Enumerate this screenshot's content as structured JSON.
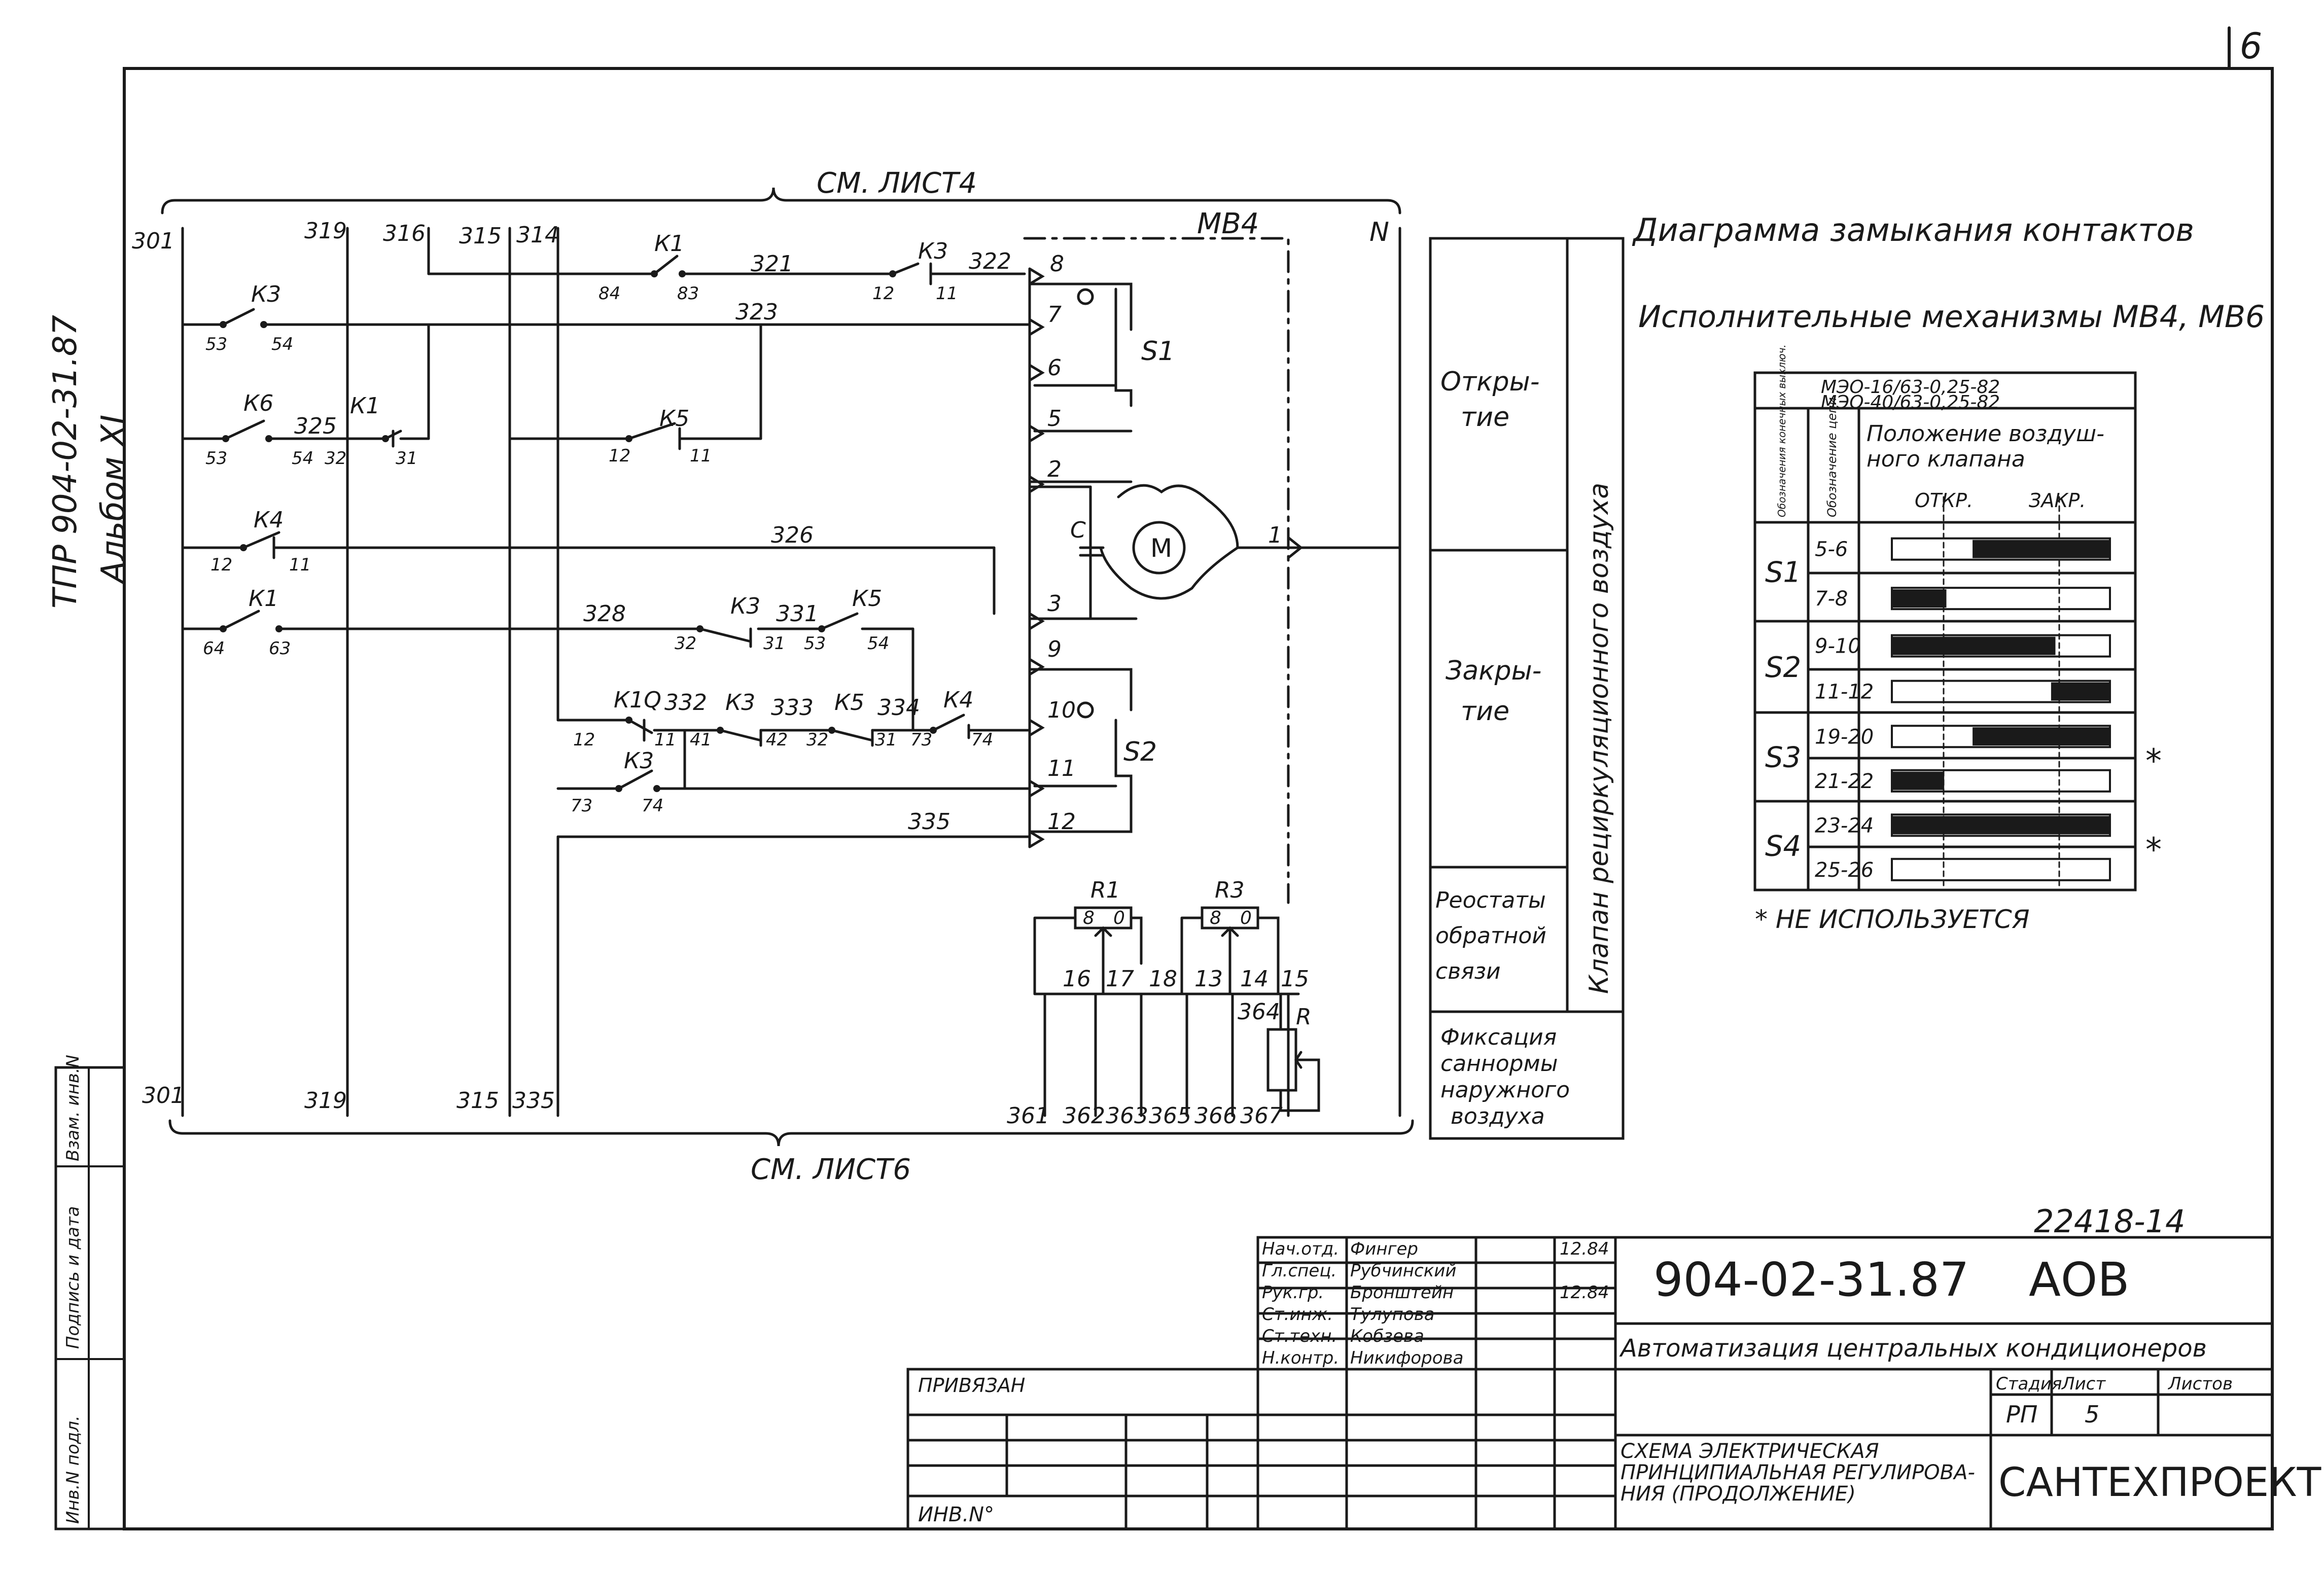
{
  "sheet": {
    "corner_number": "6",
    "side_code": "ТПР 904-02-31.87",
    "side_album": "Альбом XI",
    "side_table": [
      "Инв.N подл.",
      "Подпись и дата",
      "Взам. инв.N"
    ]
  },
  "schematic": {
    "top_ref": "СМ. ЛИСТ4",
    "bottom_ref": "СМ. ЛИСТ6",
    "bus_top": [
      "301",
      "319",
      "316",
      "315",
      "314"
    ],
    "bus_bottom": [
      "301",
      "319",
      "315",
      "335"
    ],
    "mechanism": "МВ4",
    "neutral": "N",
    "motor": "M",
    "capacitor": "C",
    "wires": [
      "321",
      "322",
      "323",
      "325",
      "326",
      "328",
      "331",
      "332",
      "333",
      "334",
      "335",
      "364"
    ],
    "relays": {
      "k1": "К1",
      "k3": "К3",
      "k4": "К4",
      "k5": "К5",
      "k6": "К6",
      "k10": "К1Q"
    },
    "switches": [
      "S1",
      "S2"
    ],
    "resistors": [
      "R1",
      "R3",
      "R"
    ],
    "terminals_top": [
      "8",
      "7",
      "6",
      "5",
      "2",
      "1",
      "3",
      "9",
      "10",
      "11",
      "12"
    ],
    "terminals_bottom": [
      "16",
      "17",
      "18",
      "13",
      "14",
      "15"
    ],
    "outputs": [
      "361",
      "362",
      "363",
      "365",
      "366",
      "367"
    ],
    "contact_pins": [
      "53",
      "54",
      "53",
      "54",
      "32",
      "31",
      "12",
      "11",
      "64",
      "63",
      "84",
      "83",
      "12",
      "11",
      "12",
      "11",
      "32",
      "31",
      "53",
      "54",
      "12",
      "11",
      "41",
      "42",
      "32",
      "31",
      "73",
      "74",
      "73",
      "74"
    ],
    "pot_marks": [
      "8",
      "0"
    ]
  },
  "function_table": {
    "rows": [
      {
        "name": "Откры-\nтие"
      },
      {
        "name": "Закры-\nтие"
      },
      {
        "name": "Реостаты\nобратной\nсвязи"
      },
      {
        "name": "Фиксация\nсаннормы\nнаружного\nвоздуха"
      }
    ],
    "merged": "Клапан рециркуляционного воздуха"
  },
  "diagram": {
    "title": "Диаграмма замыкания контактов",
    "subtitle": "Исполнительные механизмы МВ4, МВ6",
    "model_lines": [
      "МЭО-16/63-0,25-82",
      "МЭО-40/63-0,25-82"
    ],
    "col_headers": {
      "limit": "Обозначения конечных выключ.",
      "circuit": "Обозначение цепи",
      "position": "Положение воздуш-\nного клапана",
      "open": "ОТКР.",
      "closed": "ЗАКР."
    },
    "switches": [
      {
        "name": "S1",
        "rows": [
          {
            "circuit": "5-6",
            "bar": [
              0.37,
              1.0
            ]
          },
          {
            "circuit": "7-8",
            "bar": [
              0.0,
              0.25
            ]
          }
        ],
        "note": ""
      },
      {
        "name": "S2",
        "rows": [
          {
            "circuit": "9-10",
            "bar": [
              0.0,
              0.75
            ]
          },
          {
            "circuit": "11-12",
            "bar": [
              0.73,
              1.0
            ]
          }
        ],
        "note": ""
      },
      {
        "name": "S3",
        "rows": [
          {
            "circuit": "19-20",
            "bar": [
              0.37,
              1.0
            ]
          },
          {
            "circuit": "21-22",
            "bar": [
              0.0,
              0.24
            ]
          }
        ],
        "note": "*"
      },
      {
        "name": "S4",
        "rows": [
          {
            "circuit": "23-24",
            "bar": [
              0.0,
              1.0
            ]
          },
          {
            "circuit": "25-26",
            "bar": [
              0.0,
              0.0
            ]
          }
        ],
        "note": "*"
      }
    ],
    "footnote": "* НЕ ИСПОЛЬЗУЕТСЯ"
  },
  "title_block": {
    "archive_no": "22418-14",
    "doc_code": "904-02-31.87",
    "mark": "АОВ",
    "project": "Автоматизация центральных кондиционеров",
    "stage_h": "Стадия",
    "sheet_h": "Лист",
    "sheets_h": "Листов",
    "stage": "РП",
    "sheet": "5",
    "sheets": "",
    "drawing_title": "СХЕМА ЭЛЕКТРИЧЕСКАЯ ПРИНЦИПИАЛЬНАЯ РЕГУЛИРОВАНИЯ (ПРОДОЛЖЕНИЕ)",
    "org": "САНТЕХПРОЕКТ",
    "bound": "ПРИВЯЗАН",
    "inv": "ИНВ.N°",
    "signers": [
      {
        "role": "Нач.отд.",
        "name": "Фингер",
        "date": "12.84"
      },
      {
        "role": "Гл.спец.",
        "name": "Рубчинский",
        "date": ""
      },
      {
        "role": "Рук.гр.",
        "name": "Бронштейн",
        "date": "12.84"
      },
      {
        "role": "Ст.инж.",
        "name": "Тулупова",
        "date": ""
      },
      {
        "role": "Ст.техн.",
        "name": "Кобзева",
        "date": ""
      },
      {
        "role": "Н.контр.",
        "name": "Никифорова",
        "date": ""
      }
    ]
  }
}
